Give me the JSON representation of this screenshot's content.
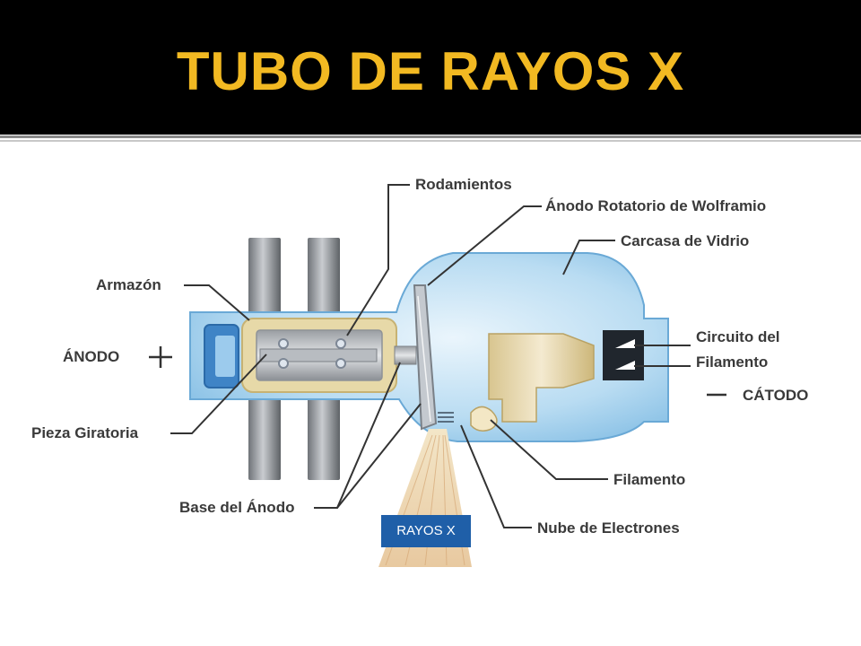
{
  "title": "TUBO DE RAYOS X",
  "labels": {
    "rodamientos": "Rodamientos",
    "anodo_rotatorio": "Ánodo Rotatorio de Wolframio",
    "carcasa": "Carcasa de Vidrio",
    "armazon": "Armazón",
    "anodo": "ÁNODO",
    "circuito_line1": "Circuito del",
    "circuito_line2": "Filamento",
    "catodo": "CÁTODO",
    "pieza_giratoria": "Pieza Giratoria",
    "filamento": "Filamento",
    "base_anodo": "Base del Ánodo",
    "nube": "Nube de Electrones",
    "rayos_x": "RAYOS X"
  },
  "colors": {
    "title": "#f2b922",
    "header_bg": "#000000",
    "glass": "#a9d3ee",
    "xray_box": "#1f5fa8",
    "label": "#3a3a3a"
  }
}
